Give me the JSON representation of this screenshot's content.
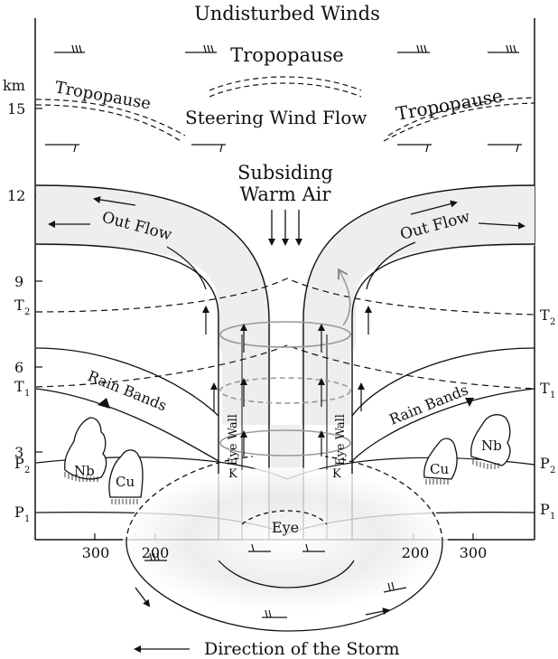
{
  "titles": {
    "top": "Undisturbed Winds",
    "tropopause_center": "Tropopause",
    "tropopause_left": "Tropopause",
    "tropopause_right": "Tropopause",
    "steering": "Steering Wind Flow",
    "subsiding_line1": "Subsiding",
    "subsiding_line2": "Warm Air",
    "outflow_left": "Out Flow",
    "outflow_right": "Out Flow",
    "rainbands_left": "Rain Bands",
    "rainbands_right": "Rain Bands",
    "eyewall_left": "Eye Wall",
    "eyewall_right": "Eye Wall",
    "k_left": "K",
    "k_right": "K",
    "eye": "Eye",
    "nb_left": "Nb",
    "cu_left": "Cu",
    "cu_right": "Cu",
    "nb_right": "Nb",
    "direction": "Direction of the Storm"
  },
  "y_axis": {
    "unit": "km",
    "ticks": [
      "15",
      "12",
      "9",
      "6",
      "3"
    ]
  },
  "side_labels": {
    "t2": "T",
    "t2_sub": "2",
    "t1": "T",
    "t1_sub": "1",
    "p2": "P",
    "p2_sub": "2",
    "p1": "P",
    "p1_sub": "1"
  },
  "x_axis": {
    "left_ticks": [
      "300",
      "200"
    ],
    "right_ticks": [
      "200",
      "300"
    ]
  }
}
